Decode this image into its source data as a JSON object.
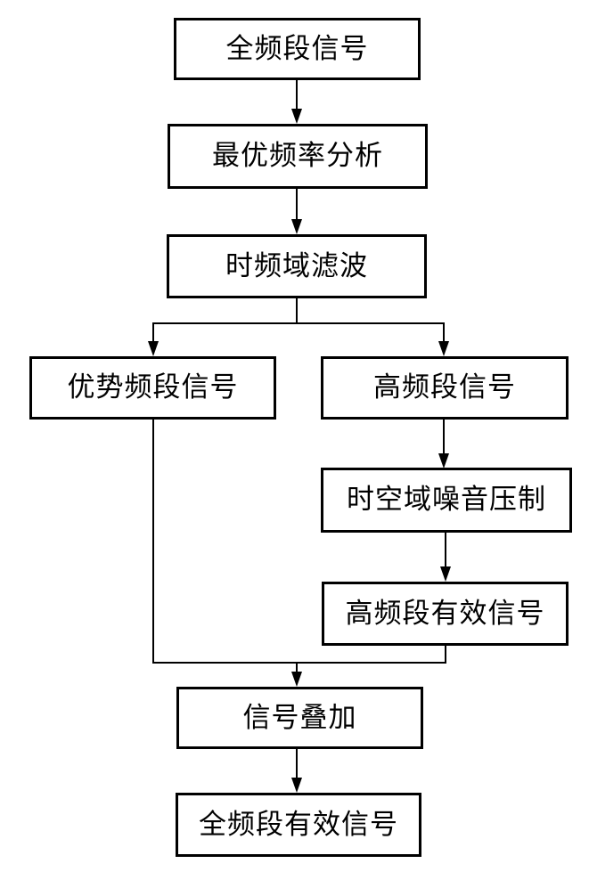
{
  "diagram": {
    "type": "flowchart",
    "orientation": "top-down",
    "nodes": [
      {
        "id": "full-band-signal",
        "label": "全频段信号"
      },
      {
        "id": "optimal-frequency-analysis",
        "label": "最优频率分析"
      },
      {
        "id": "time-frequency-filtering",
        "label": "时频域滤波"
      },
      {
        "id": "dominant-band-signal",
        "label": "优势频段信号"
      },
      {
        "id": "high-band-signal",
        "label": "高频段信号"
      },
      {
        "id": "time-space-noise-suppression",
        "label": "时空域噪音压制"
      },
      {
        "id": "high-band-effective-signal",
        "label": "高频段有效信号"
      },
      {
        "id": "signal-stacking",
        "label": "信号叠加"
      },
      {
        "id": "full-band-effective-signal",
        "label": "全频段有效信号"
      }
    ],
    "edges": [
      {
        "from": "full-band-signal",
        "to": "optimal-frequency-analysis"
      },
      {
        "from": "optimal-frequency-analysis",
        "to": "time-frequency-filtering"
      },
      {
        "from": "time-frequency-filtering",
        "to": "dominant-band-signal"
      },
      {
        "from": "time-frequency-filtering",
        "to": "high-band-signal"
      },
      {
        "from": "high-band-signal",
        "to": "time-space-noise-suppression"
      },
      {
        "from": "time-space-noise-suppression",
        "to": "high-band-effective-signal"
      },
      {
        "from": "dominant-band-signal",
        "to": "signal-stacking"
      },
      {
        "from": "high-band-effective-signal",
        "to": "signal-stacking"
      },
      {
        "from": "signal-stacking",
        "to": "full-band-effective-signal"
      }
    ],
    "colors": {
      "background": "#ffffff",
      "box_fill": "#ffffff",
      "line": "#000000",
      "text": "#000000"
    }
  }
}
